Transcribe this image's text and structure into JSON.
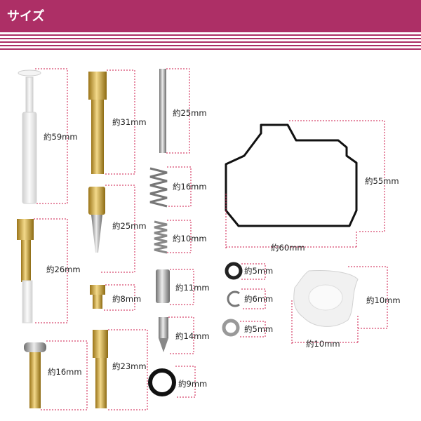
{
  "header": {
    "title": "サイズ",
    "color": "#ad2f66"
  },
  "dimension_line_color": "#cc1a4a",
  "parts": [
    {
      "name": "float-needle-white",
      "label": "約59mm",
      "icon": "white-pin-icon"
    },
    {
      "name": "brass-jet-31",
      "label": "約31mm",
      "icon": "brass-jet-icon"
    },
    {
      "name": "steel-pin-25",
      "label": "約25mm",
      "icon": "steel-pin-icon"
    },
    {
      "name": "spring-16",
      "label": "約16mm",
      "icon": "spring-icon"
    },
    {
      "name": "spring-10",
      "label": "約10mm",
      "icon": "spring-icon"
    },
    {
      "name": "gasket-width",
      "label": "約60mm",
      "icon": "gasket-icon"
    },
    {
      "name": "gasket-height",
      "label": "約55mm",
      "icon": "gasket-icon"
    },
    {
      "name": "needle-jet-26",
      "label": "約26mm",
      "icon": "needle-jet-icon"
    },
    {
      "name": "mixture-screw-25",
      "label": "約25mm",
      "icon": "mixture-screw-icon"
    },
    {
      "name": "main-jet-8",
      "label": "約8mm",
      "icon": "main-jet-icon"
    },
    {
      "name": "brass-sleeve-11",
      "label": "約11mm",
      "icon": "sleeve-icon"
    },
    {
      "name": "float-valve-14",
      "label": "約14mm",
      "icon": "float-valve-icon"
    },
    {
      "name": "o-ring-5a",
      "label": "約5mm",
      "icon": "o-ring-icon"
    },
    {
      "name": "c-clip-6",
      "label": "約6mm",
      "icon": "c-clip-icon"
    },
    {
      "name": "washer-5",
      "label": "約5mm",
      "icon": "washer-icon"
    },
    {
      "name": "cap-height",
      "label": "約10mm",
      "icon": "plastic-cap-icon"
    },
    {
      "name": "cap-width",
      "label": "約10mm",
      "icon": "plastic-cap-icon"
    },
    {
      "name": "idle-screw-16",
      "label": "約16mm",
      "icon": "idle-screw-icon"
    },
    {
      "name": "pilot-jet-23",
      "label": "約23mm",
      "icon": "pilot-jet-icon"
    },
    {
      "name": "o-ring-9",
      "label": "約9mm",
      "icon": "o-ring-icon"
    }
  ]
}
